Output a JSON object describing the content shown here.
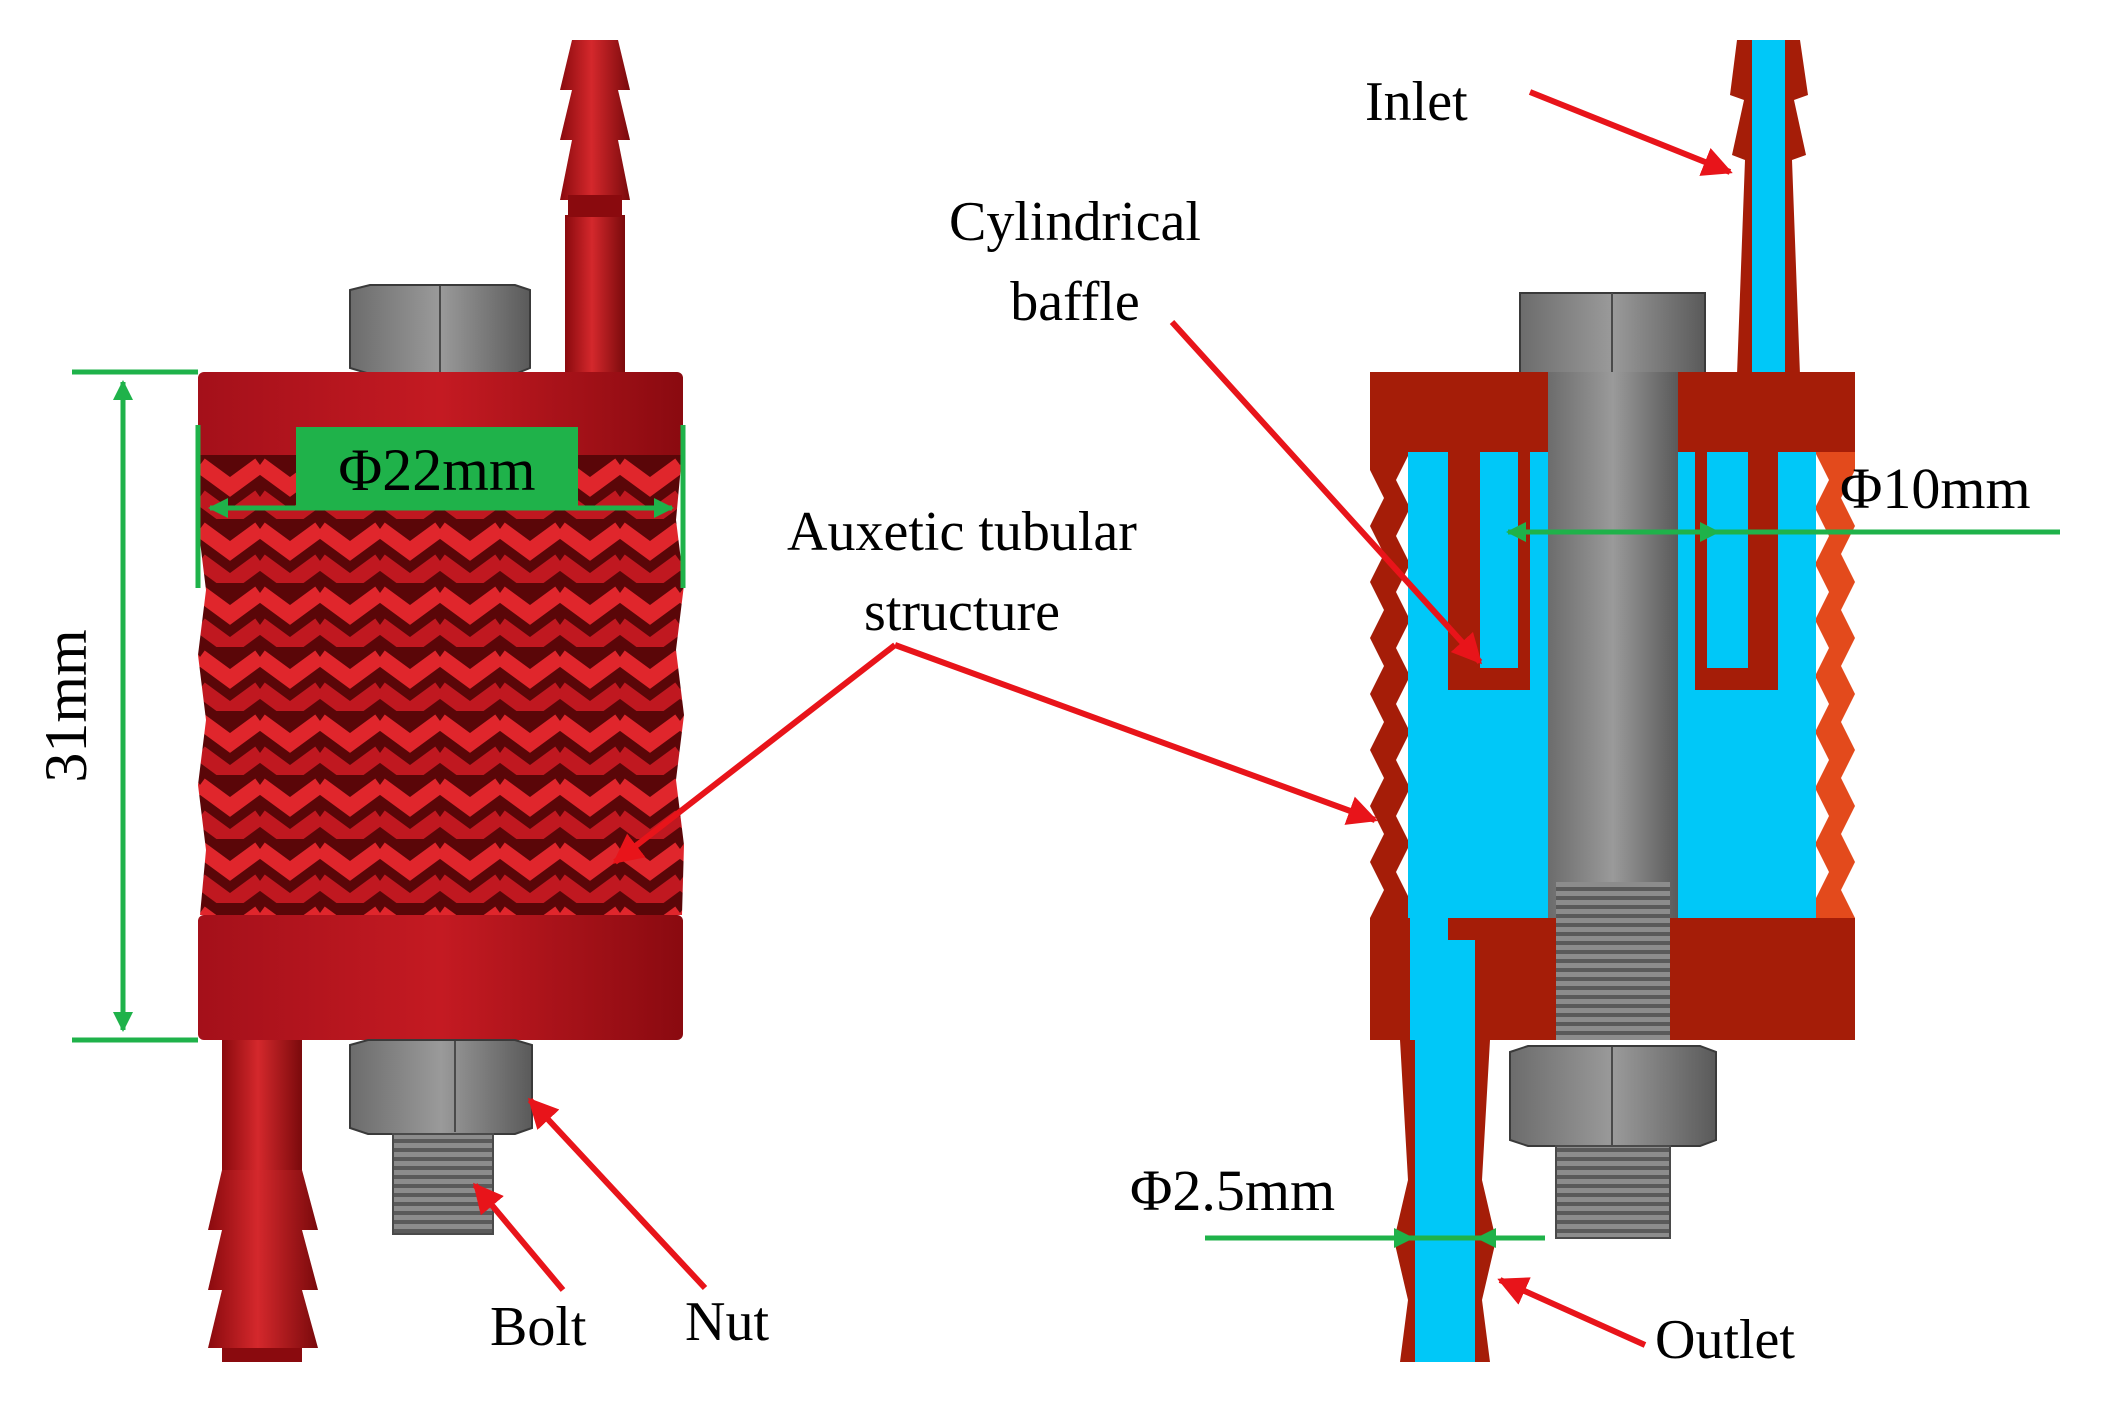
{
  "labels": {
    "inlet": "Inlet",
    "cylindrical_baffle_line1": "Cylindrical",
    "cylindrical_baffle_line2": "baffle",
    "auxetic_line1": "Auxetic tubular",
    "auxetic_line2": "structure",
    "bolt": "Bolt",
    "nut": "Nut",
    "outlet": "Outlet"
  },
  "dimensions": {
    "height": "31mm",
    "outer_diameter": "Φ22mm",
    "baffle_diameter": "Φ10mm",
    "outlet_diameter": "Φ2.5mm"
  },
  "colors": {
    "body_red": "#b0141a",
    "dark_red": "#7a0a0c",
    "section_red": "#a51d08",
    "fluid_blue": "#00c8f8",
    "steel_gray": "#8a8a8a",
    "dimension_green": "#1fb24a",
    "arrow_red": "#e8141a"
  }
}
